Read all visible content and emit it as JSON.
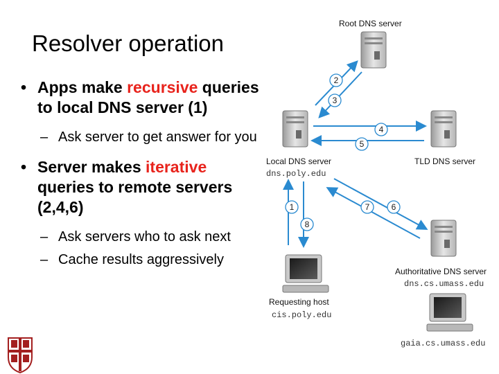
{
  "title": "Resolver operation",
  "bullets": [
    {
      "prefix": "Apps make ",
      "highlight": "recursive",
      "suffix": " queries to local DNS server (1)",
      "sub": [
        "Ask server to get answer for you"
      ]
    },
    {
      "prefix": "Server makes ",
      "highlight": "iterative",
      "suffix": " queries to remote servers (2,4,6)",
      "sub": [
        "Ask servers who to ask next",
        "Cache results aggressively"
      ]
    }
  ],
  "diagram": {
    "root_label": "Root DNS server",
    "local_label": "Local DNS server",
    "local_host": "dns.poly.edu",
    "tld_label": "TLD DNS server",
    "auth_label": "Authoritative DNS server",
    "auth_host": "dns.cs.umass.edu",
    "req_label": "Requesting host",
    "req_host": "cis.poly.edu",
    "target_host": "gaia.cs.umass.edu",
    "steps": [
      "1",
      "2",
      "3",
      "4",
      "5",
      "6",
      "7",
      "8"
    ]
  },
  "colors": {
    "accent": "#e8231c",
    "arrow": "#2a8ad0",
    "badge": "#a31f1f"
  }
}
